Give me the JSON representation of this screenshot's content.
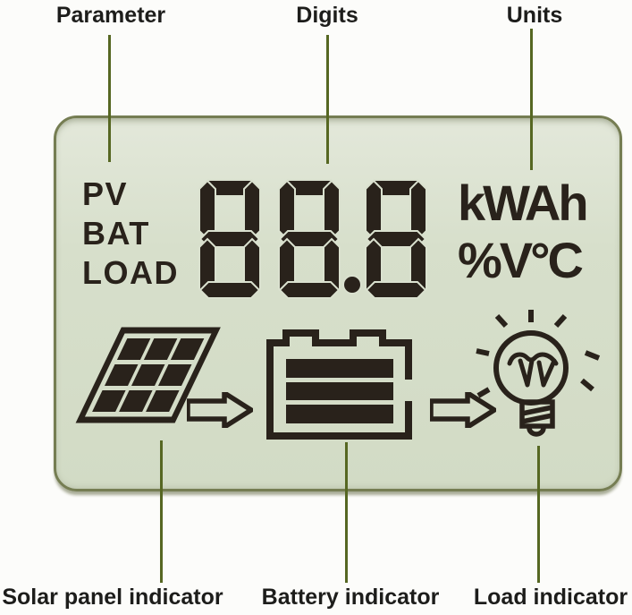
{
  "colors": {
    "ink": "#29221b",
    "label_text": "#1d1d1b",
    "callout_line": "#566722",
    "lcd_border": "#757d52",
    "lcd_background": "#d7dfcb",
    "page_background": "#fcfcfa"
  },
  "callouts": {
    "top": [
      {
        "label": "Parameter"
      },
      {
        "label": "Digits"
      },
      {
        "label": "Units"
      }
    ],
    "bottom": [
      {
        "label": "Solar panel indicator"
      },
      {
        "label": "Battery indicator"
      },
      {
        "label": "Load indicator"
      }
    ]
  },
  "lcd": {
    "parameters": [
      "PV",
      "BAT",
      "LOAD"
    ],
    "display_value": "88.8",
    "units_line1": "kWAh",
    "units_line2": "%V°C",
    "icons": [
      {
        "name": "solar-panel-icon"
      },
      {
        "name": "right-arrow-icon"
      },
      {
        "name": "battery-icon"
      },
      {
        "name": "right-arrow-icon"
      },
      {
        "name": "light-bulb-icon"
      }
    ]
  }
}
